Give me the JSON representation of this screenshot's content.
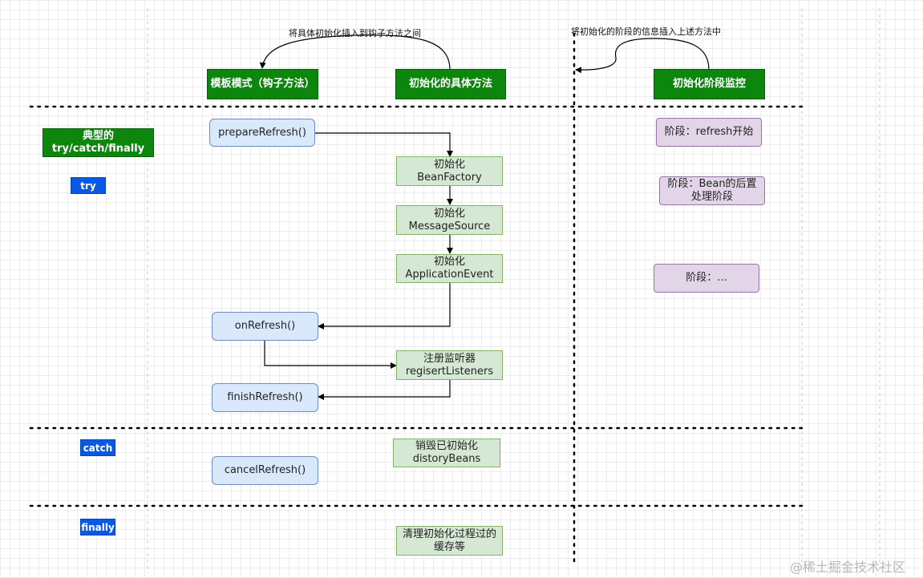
{
  "columns": {
    "template": "模板模式（钩子方法）",
    "concrete": "初始化的具体方法",
    "monitor": "初始化阶段监控"
  },
  "notes": {
    "insert_init": "将具体初始化插入到钩子方法之间",
    "insert_stage": "将初始化的阶段的信息插入上述方法中"
  },
  "sections": {
    "typical": "典型的try/catch/finally",
    "try": "try",
    "catch": "catch",
    "finally": "finally"
  },
  "template_steps": {
    "prepare": "prepareRefresh()",
    "on_refresh": "onRefresh()",
    "finish": "finishRefresh()",
    "cancel": "cancelRefresh()"
  },
  "concrete_steps": {
    "bean_factory": "初始化\nBeanFactory",
    "message_source": "初始化\nMessageSource",
    "app_event": "初始化\nApplicationEvent",
    "listeners": "注册监听器\nregisertListeners",
    "destroy": "销毁已初始化\ndistoryBeans",
    "clean": "清理初始化过程过的\n缓存等"
  },
  "monitor_steps": {
    "start": "阶段：refresh开始",
    "post_process": "阶段：Bean的后置\n处理阶段",
    "etc": "阶段：..."
  },
  "watermark": "@稀土掘金技术社区",
  "colors": {
    "header_green": "#0c860c",
    "label_blue": "#0a59e6",
    "step_blue_fill": "#dae8fc",
    "step_green_fill": "#d5e8d4",
    "step_purple_fill": "#e1d5e7"
  }
}
